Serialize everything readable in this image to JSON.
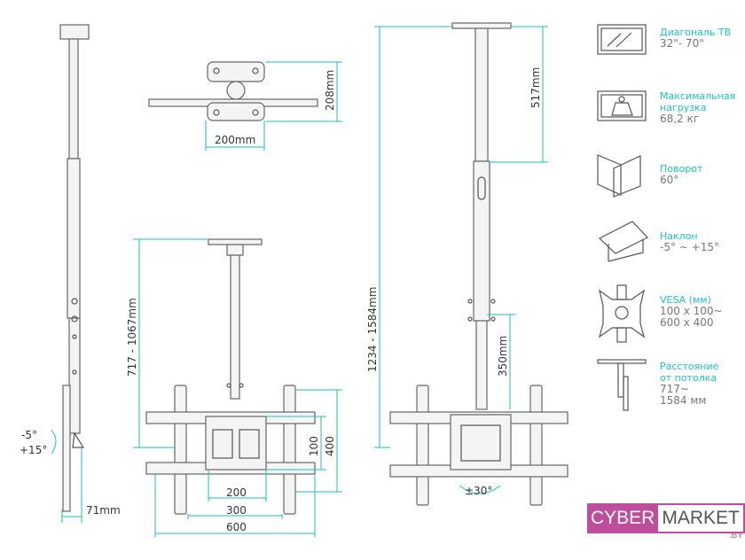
{
  "dimensions": {
    "plate_depth": "208mm",
    "plate_width": "200mm",
    "pole_upper": "517mm",
    "height_range_short": "717 - 1067mm",
    "height_range_long": "1234 - 1584mm",
    "pole_lower": "350mm",
    "vesa_100": "100",
    "vesa_400": "400",
    "vesa_200": "200",
    "vesa_300": "300",
    "vesa_600": "600",
    "wall_gap": "71mm",
    "tilt_minus": "-5°",
    "tilt_plus": "+15°",
    "swivel": "±30°"
  },
  "specs": [
    {
      "icon": "tv-screen-icon",
      "title": "Диагональ ТВ",
      "value": [
        "32\"- 70\""
      ]
    },
    {
      "icon": "weight-icon",
      "title": "Максимальная нагрузка",
      "value": [
        "68,2 кг"
      ]
    },
    {
      "icon": "swivel-icon",
      "title": "Поворот",
      "value": [
        "60°"
      ]
    },
    {
      "icon": "tilt-icon",
      "title": "Наклон",
      "value": [
        "-5° ~ +15°"
      ]
    },
    {
      "icon": "vesa-icon",
      "title": "VESA (мм)",
      "value": [
        "100 x 100~",
        "600 x 400"
      ]
    },
    {
      "icon": "ceiling-distance-icon",
      "title": "Расстояние от потолка",
      "value": [
        "717~",
        "1584 мм"
      ]
    }
  ],
  "logo": {
    "part1": "CYBER",
    "part2": "MARKET",
    "suffix": ".BY"
  },
  "colors": {
    "accent": "#1fc3c6",
    "brand": "#c04c9c",
    "line": "#555555"
  }
}
